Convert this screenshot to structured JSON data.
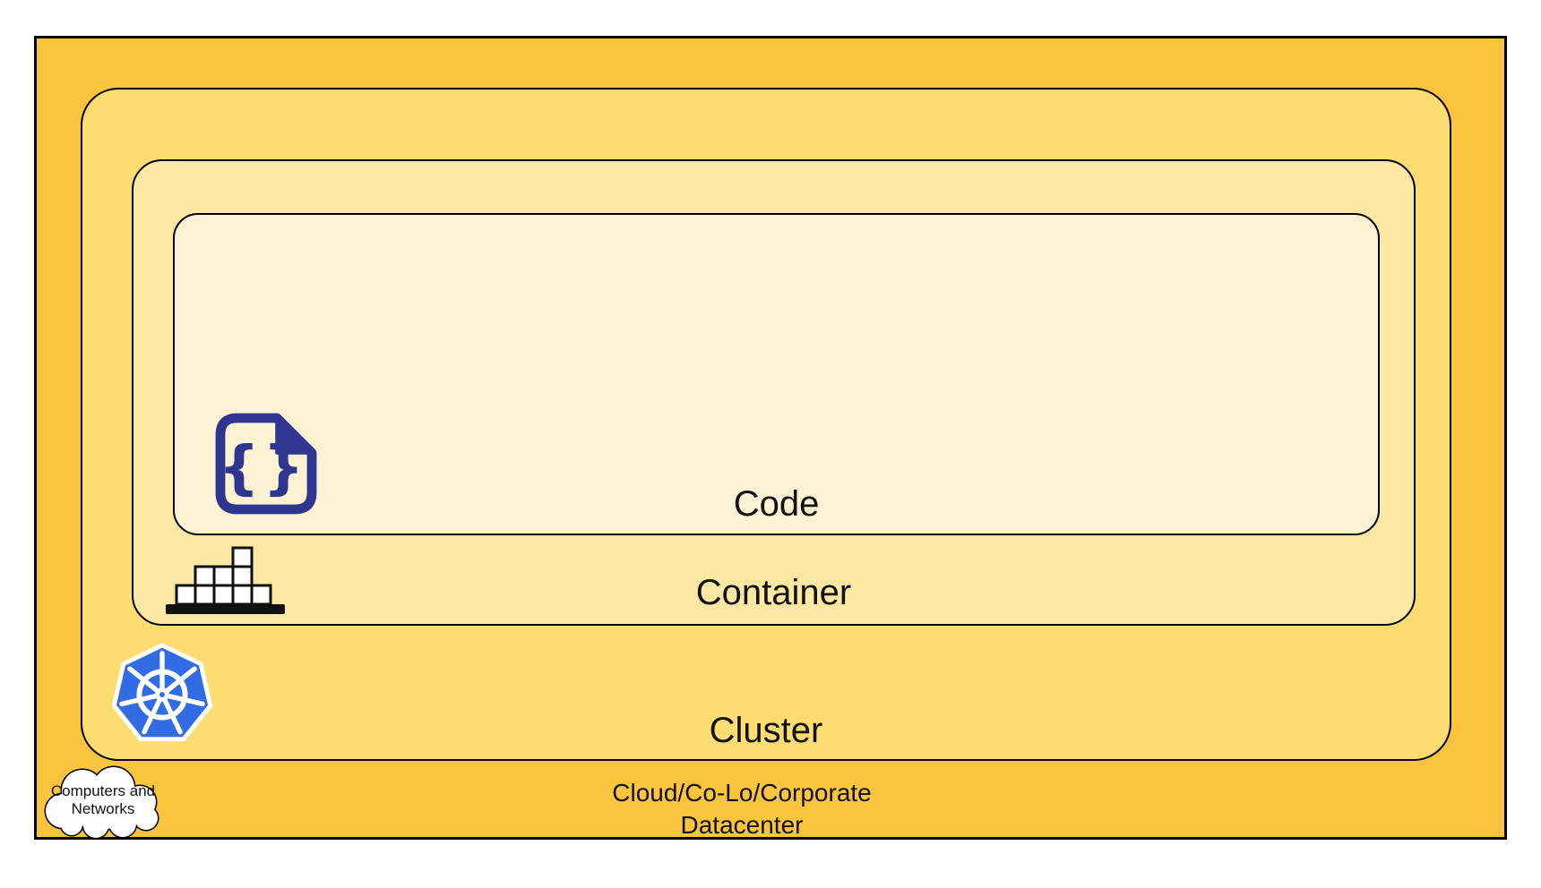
{
  "boxes": {
    "datacenter": {
      "label_line1": "Cloud/Co-Lo/Corporate",
      "label_line2": "Datacenter",
      "fill": "#fac43e"
    },
    "cluster": {
      "label": "Cluster",
      "fill": "#fddc71"
    },
    "container": {
      "label": "Container",
      "fill": "#fde8a3"
    },
    "code": {
      "label": "Code",
      "fill": "#fdf3d4"
    }
  },
  "cloud_callout": {
    "line1": "Computers and",
    "line2": "Networks",
    "fill": "#ffffff"
  },
  "icons": {
    "code_file": "code-file-icon",
    "code_braces": "{}",
    "container_blocks": "container-blocks-icon",
    "kubernetes": "kubernetes-icon",
    "cloud": "computers-and-networks-cloud-icon"
  },
  "colors": {
    "kubernetes_blue": "#326ce5",
    "code_icon_navy": "#2f3690",
    "icon_black": "#111111",
    "border_black": "#000000",
    "text_black": "#111111",
    "white": "#ffffff"
  }
}
